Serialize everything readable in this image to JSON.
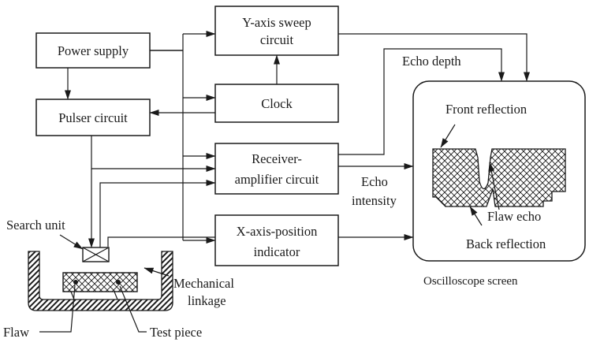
{
  "blocks": {
    "power_supply": "Power supply",
    "pulser_circuit": "Pulser circuit",
    "y_sweep_1": "Y-axis sweep",
    "y_sweep_2": "circuit",
    "clock": "Clock",
    "receiver_1": "Receiver-",
    "receiver_2": "amplifier circuit",
    "x_axis_1": "X-axis-position",
    "x_axis_2": "indicator"
  },
  "labels": {
    "echo_depth": "Echo depth",
    "echo_intensity_1": "Echo",
    "echo_intensity_2": "intensity",
    "search_unit": "Search unit",
    "mechanical_linkage_1": "Mechanical",
    "mechanical_linkage_2": "linkage",
    "flaw": "Flaw",
    "test_piece": "Test piece",
    "front_reflection": "Front reflection",
    "flaw_echo": "Flaw echo",
    "back_reflection": "Back reflection",
    "oscilloscope_screen": "Oscilloscope screen"
  }
}
